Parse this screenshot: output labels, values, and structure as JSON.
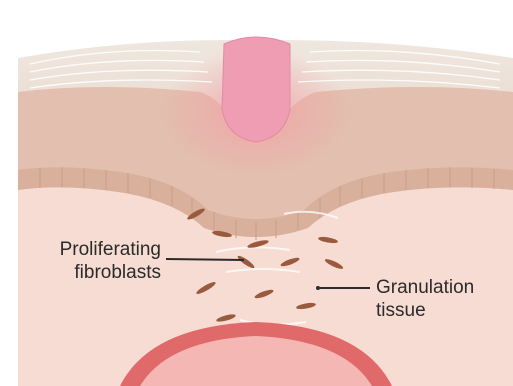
{
  "labels": {
    "fibroblasts": {
      "line1": "Proliferating",
      "line2": "fibroblasts"
    },
    "granulation": {
      "line1": "Granulation",
      "line2": "tissue"
    }
  },
  "colors": {
    "background": "#ffffff",
    "dermis": "#f6dcd2",
    "epidermis": "#e2bfae",
    "basal_layer": "#d9b09c",
    "scab": "#ee9db3",
    "hair_lines": "#ffffff",
    "fibroblast": "#9a5a3e",
    "vessel_outer": "#e06a6a",
    "vessel_inner": "#f4b7b3",
    "leader_line": "#2b2b2b"
  },
  "icons": [
    "fibroblast-cell",
    "scab-clot",
    "blood-vessel"
  ]
}
